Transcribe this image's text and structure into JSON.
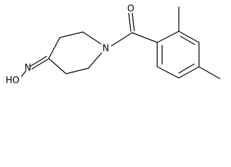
{
  "molecule": {
    "atom_labels": {
      "carbonyl_oxygen": "O",
      "ring_nitrogen": "N",
      "oxime_hydroxyl": "HO",
      "oxime_nitrogen": "N"
    },
    "colors": {
      "bond": "#000000",
      "label": "#000000",
      "background": "#ffffff"
    }
  }
}
